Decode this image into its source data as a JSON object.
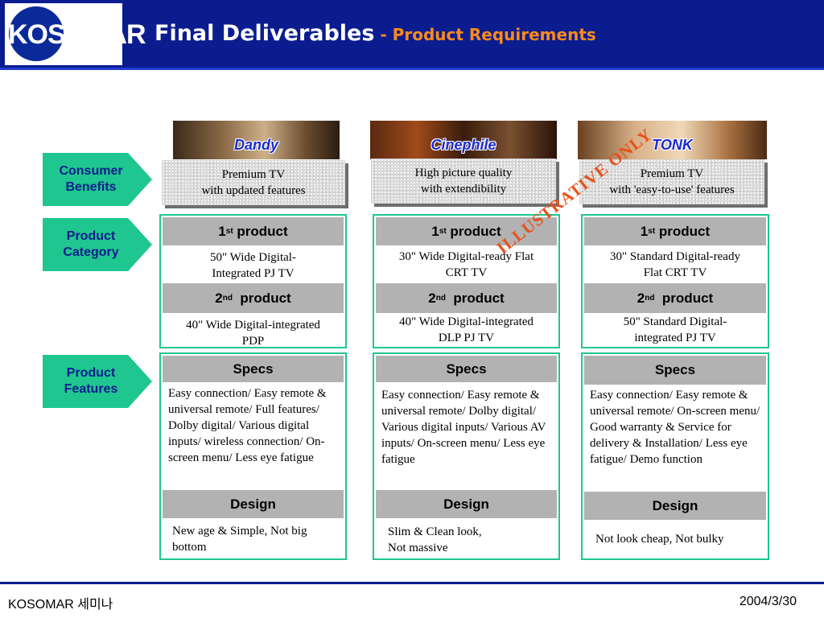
{
  "header": {
    "logo_text": "KOSOMAR",
    "title_main": "Final Deliverables",
    "title_sub": " - Product Requirements",
    "colors": {
      "bar": "#0b1d8e",
      "subtitle": "#ff8a1c",
      "accent": "#1fc68f"
    }
  },
  "row_labels": {
    "consumer_benefits": "Consumer Benefits",
    "product_category": "Product Category",
    "product_features": "Product Features"
  },
  "watermark": "ILLUSTRATIVE ONLY",
  "columns": [
    {
      "name": "Dandy",
      "benefit": "Premium TV\nwith updated features",
      "first_label": "st product",
      "first_num": "1",
      "first_text": "50\" Wide Digital-\nIntegrated PJ TV",
      "second_num": "2",
      "second_label": "nd",
      "second_word": "product",
      "second_text": "40\" Wide Digital-integrated\nPDP",
      "specs_label": "Specs",
      "specs_text": "Easy connection/ Easy remote & universal remote/ Full features/ Dolby digital/ Various digital inputs/  wireless connection/ On-screen menu/ Less eye fatigue",
      "design_label": "Design",
      "design_text": "New age & Simple, Not big bottom"
    },
    {
      "name": "Cinephile",
      "benefit": "High picture quality\nwith extendibility",
      "first_num": "1",
      "first_label": "st product",
      "first_text": "30\" Wide Digital-ready Flat\nCRT TV",
      "second_num": "2",
      "second_label": "nd",
      "second_word": "product",
      "second_text": "40\" Wide Digital-integrated\nDLP PJ TV",
      "specs_label": "Specs",
      "specs_text": "Easy connection/ Easy remote & universal remote/ Dolby digital/ Various digital inputs/ Various AV inputs/ On-screen menu/ Less eye fatigue",
      "design_label": "Design",
      "design_text": "Slim & Clean look,\nNot massive"
    },
    {
      "name": "TONK",
      "benefit": "Premium TV\nwith 'easy-to-use' features",
      "first_num": "1",
      "first_label": "st product",
      "first_text": "30\" Standard Digital-ready\nFlat CRT TV",
      "second_num": "2",
      "second_label": "nd",
      "second_word": "product",
      "second_text": "50\" Standard Digital-\nintegrated PJ TV",
      "specs_label": "Specs",
      "specs_text": "Easy connection/ Easy remote & universal remote/ On-screen menu/ Good warranty & Service for delivery & Installation/ Less eye fatigue/ Demo function",
      "design_label": "Design",
      "design_text": "Not look cheap, Not bulky"
    }
  ],
  "footer": {
    "left": "KOSOMAR 세미나",
    "right": "2004/3/30"
  }
}
